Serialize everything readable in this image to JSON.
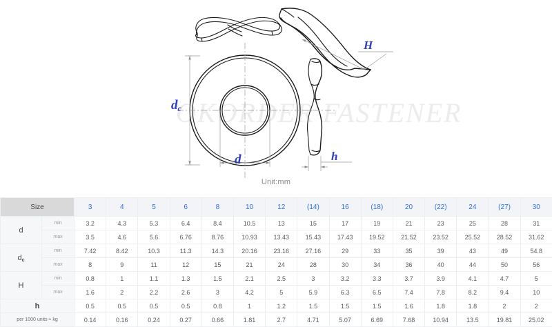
{
  "drawing": {
    "unit_label": "Unit:mm",
    "watermark": "OKORDER FASTENER",
    "labels": {
      "dc": "d",
      "dc_sub": "c",
      "d": "d",
      "H": "H",
      "h": "h"
    },
    "accent_color": "#2b3ec4",
    "views": {
      "top_wave_view": "wave-washer-edge-view",
      "front_circle_view": "washer-plan-view",
      "iso_view": "washer-isometric-view",
      "side_section_view": "washer-side-section-view"
    }
  },
  "table": {
    "corner_label": "Size",
    "sizes": [
      "3",
      "4",
      "5",
      "6",
      "8",
      "10",
      "12",
      "(14)",
      "16",
      "(18)",
      "20",
      "(22)",
      "24",
      "(27)",
      "30"
    ],
    "min_label": "min",
    "max_label": "max",
    "weight_label": "per 1000 units ≈ kg",
    "rows": [
      {
        "label": "d",
        "sub": "",
        "min": [
          "3.2",
          "4.3",
          "5.3",
          "6.4",
          "8.4",
          "10.5",
          "13",
          "15",
          "17",
          "19",
          "21",
          "23",
          "25",
          "28",
          "31"
        ],
        "max": [
          "3.5",
          "4.6",
          "5.6",
          "6.76",
          "8.76",
          "10.93",
          "13.43",
          "15.43",
          "17.43",
          "19.52",
          "21.52",
          "23.52",
          "25.52",
          "28.52",
          "31.62"
        ]
      },
      {
        "label": "d",
        "sub": "c",
        "min": [
          "7.42",
          "8.42",
          "10.3",
          "11.3",
          "14.3",
          "20.16",
          "23.16",
          "27.16",
          "29",
          "33",
          "35",
          "39",
          "43",
          "49",
          "54.8"
        ],
        "max": [
          "8",
          "9",
          "11",
          "12",
          "15",
          "21",
          "24",
          "28",
          "30",
          "34",
          "36",
          "40",
          "44",
          "50",
          "56"
        ]
      },
      {
        "label": "H",
        "sub": "",
        "min": [
          "0.8",
          "1",
          "1.1",
          "1.3",
          "1.5",
          "2.1",
          "2.5",
          "3",
          "3.2",
          "3.3",
          "3.7",
          "3.9",
          "4.1",
          "4.7",
          "5"
        ],
        "max": [
          "1.6",
          "2",
          "2.2",
          "2.6",
          "3",
          "4.2",
          "5",
          "5.9",
          "6.3",
          "6.5",
          "7.4",
          "7.8",
          "8.2",
          "9.4",
          "10"
        ]
      }
    ],
    "h_row": {
      "label": "h",
      "values": [
        "0.5",
        "0.5",
        "0.5",
        "0.5",
        "0.8",
        "1",
        "1.2",
        "1.5",
        "1.5",
        "1.5",
        "1.6",
        "1.8",
        "1.8",
        "2",
        "2"
      ]
    },
    "weight_row": {
      "values": [
        "0.14",
        "0.16",
        "0.24",
        "0.27",
        "0.66",
        "1.81",
        "2.7",
        "4.71",
        "5.07",
        "6.69",
        "7.68",
        "10.94",
        "13.5",
        "19.81",
        "25.02"
      ]
    }
  }
}
